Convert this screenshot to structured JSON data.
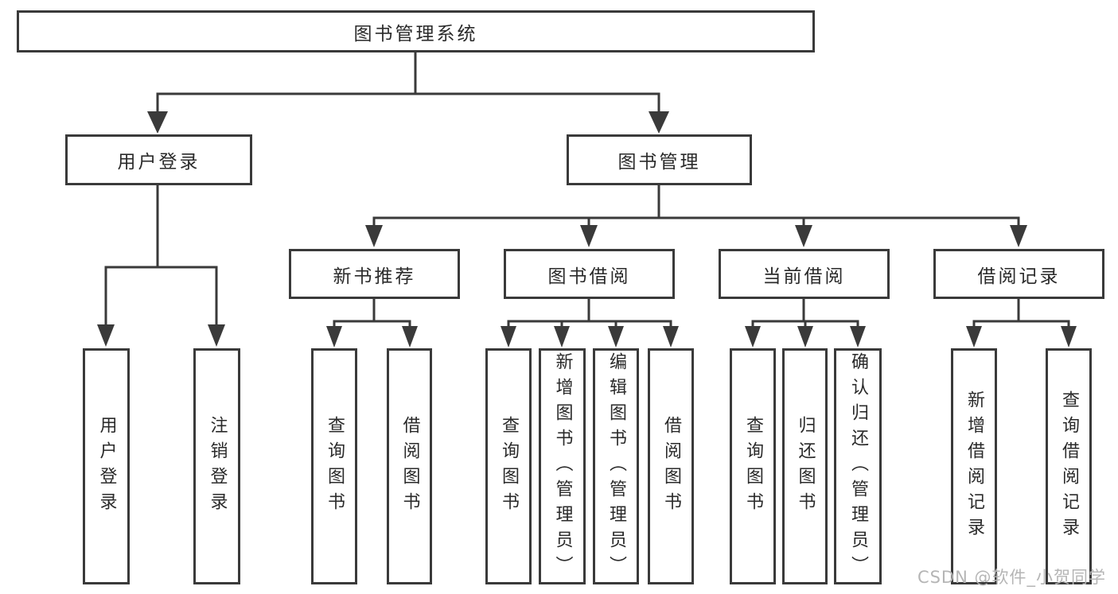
{
  "diagram_title": "图书管理系统",
  "colors": {
    "line": "#3a3a3a",
    "box_border": "#3a3a3a",
    "text": "#2a2a2a",
    "background": "#ffffff",
    "watermark": "#b5b5b5"
  },
  "root": {
    "label": "图书管理系统"
  },
  "branches": [
    {
      "label": "用户登录",
      "children": [
        {
          "label": "用户登录"
        },
        {
          "label": "注销登录"
        }
      ]
    },
    {
      "label": "图书管理",
      "children": [
        {
          "label": "新书推荐",
          "children": [
            {
              "label": "查询图书"
            },
            {
              "label": "借阅图书"
            }
          ]
        },
        {
          "label": "图书借阅",
          "children": [
            {
              "label": "查询图书"
            },
            {
              "label": "新增图书（管理员）"
            },
            {
              "label": "编辑图书（管理员）"
            },
            {
              "label": "借阅图书"
            }
          ]
        },
        {
          "label": "当前借阅",
          "children": [
            {
              "label": "查询图书"
            },
            {
              "label": "归还图书"
            },
            {
              "label": "确认归还（管理员）"
            }
          ]
        },
        {
          "label": "借阅记录",
          "children": [
            {
              "label": "新增借阅记录"
            },
            {
              "label": "查询借阅记录"
            }
          ]
        }
      ]
    }
  ],
  "watermark": {
    "text": "CSDN @软件_小贺同学"
  }
}
